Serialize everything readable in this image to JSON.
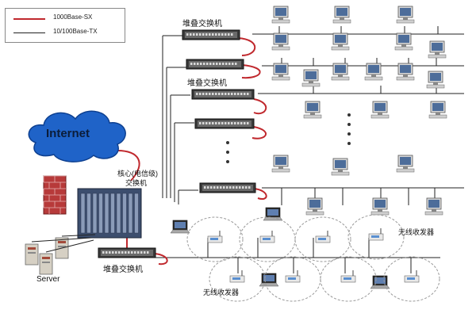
{
  "legend": {
    "fiber_label": "1000Base-SX",
    "copper_label": "10/100Base-TX",
    "fiber_color": "#c0282d",
    "copper_color": "#222222"
  },
  "labels": {
    "internet": "Internet",
    "core_switch_line1": "核心(电信级)",
    "core_switch_line2": "交换机",
    "stack_switch_top": "堆叠交换机",
    "stack_switch_mid": "堆叠交换机",
    "stack_switch_bottom": "堆叠交换机",
    "server": "Server",
    "wireless_receiver_right": "无线收发器",
    "wireless_receiver_bottom": "无线收发器"
  },
  "colors": {
    "cloud": "#1f63c8",
    "firewall": "#b73a3a",
    "switch_body": "#3a3a3a",
    "core_switch": "#3c4e6e",
    "monitor": "#d8d8d8",
    "wireless_ring": "#999999"
  }
}
